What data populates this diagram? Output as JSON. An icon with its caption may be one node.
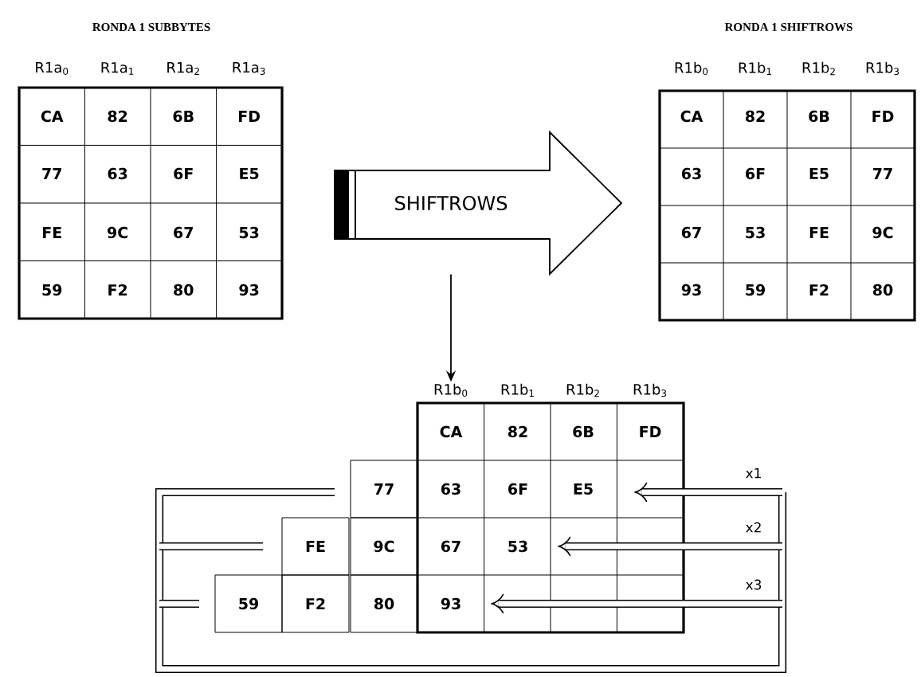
{
  "diagram": {
    "nodes": [
      {
        "text": [
          "SHIFTROWS"
        ]
      },
      {
        "text": [
          "R1b$_{0}$"
        ]
      }
    ],
    "edges": [
      {
        "from": 0,
        "to": 1,
        "arrow": "to"
      }
    ],
    "labels": [
      "RONDA 1 SUBBYTES",
      "RONDA 1 SHIFTROWS",
      "R1a$_{0}$",
      "R1a$_{1}$",
      "R1a$_{2}$",
      "R1a$_{3}$",
      "R1b$_{0}$",
      "R1b$_{1}$",
      "R1b$_{2}$",
      "R1b$_{3}$",
      "CA",
      "82",
      "6B",
      "FD",
      "77",
      "63",
      "6F",
      "E5",
      "FE",
      "9C",
      "67",
      "53",
      "59",
      "F2",
      "80",
      "93",
      "CA",
      "82",
      "6B",
      "FD",
      "63",
      "6F",
      "E5",
      "77",
      "67",
      "53",
      "FE",
      "9C",
      "93",
      "59",
      "F2",
      "80",
      "R1b$_{1}$",
      "R1b$_{2}$",
      "R1b$_{3}$",
      "CA",
      "82",
      "6B",
      "FD",
      "x1",
      "77",
      "63",
      "6F",
      "E5",
      "x2",
      "FE",
      "9C",
      "67",
      "53",
      "x3",
      "59",
      "F2",
      "80",
      "93"
    ]
  }
}
